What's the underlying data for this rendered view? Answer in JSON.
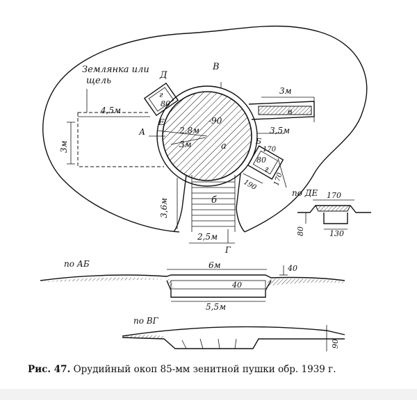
{
  "caption": {
    "number": "Рис. 47.",
    "text": "Орудийный окоп 85-мм зенитной пушки обр. 1939 г."
  },
  "plan": {
    "shelter_label_line1": "Землянка или",
    "shelter_label_line2": "щель",
    "letter_D": "Д",
    "letter_E": "Е",
    "letter_A": "А",
    "letter_V": "В",
    "letter_G": "Г",
    "letter_B": "Б",
    "letter_a": "а",
    "letter_b": "б",
    "letter_v": "в",
    "letter_g1": "г",
    "letter_g2": "г",
    "niche1_value": "80",
    "niche2_value": "80",
    "dim_4_5m": "4,5м",
    "dim_3m_left": "3м",
    "dim_2_8m": "2,8м",
    "dim_3m_inner": "3м",
    "dim_90": "-90",
    "dim_3m_right": "3м",
    "dim_3_5m": "3,5м",
    "dim_170_small": "170",
    "dim_190": "190",
    "dim_170_right": "170",
    "dim_3_6m": "3,6м",
    "dim_2_5m": "2,5м"
  },
  "section_de": {
    "label": "по ДЕ",
    "dim_170": "170",
    "dim_80": "80",
    "dim_130": "130"
  },
  "section_ab": {
    "label": "по АБ",
    "dim_6m": "6м",
    "dim_40_right": "40",
    "dim_40_mid": "40",
    "dim_5_5m": "5,5м"
  },
  "section_vg": {
    "label": "по ВГ",
    "dim_90": "90"
  }
}
